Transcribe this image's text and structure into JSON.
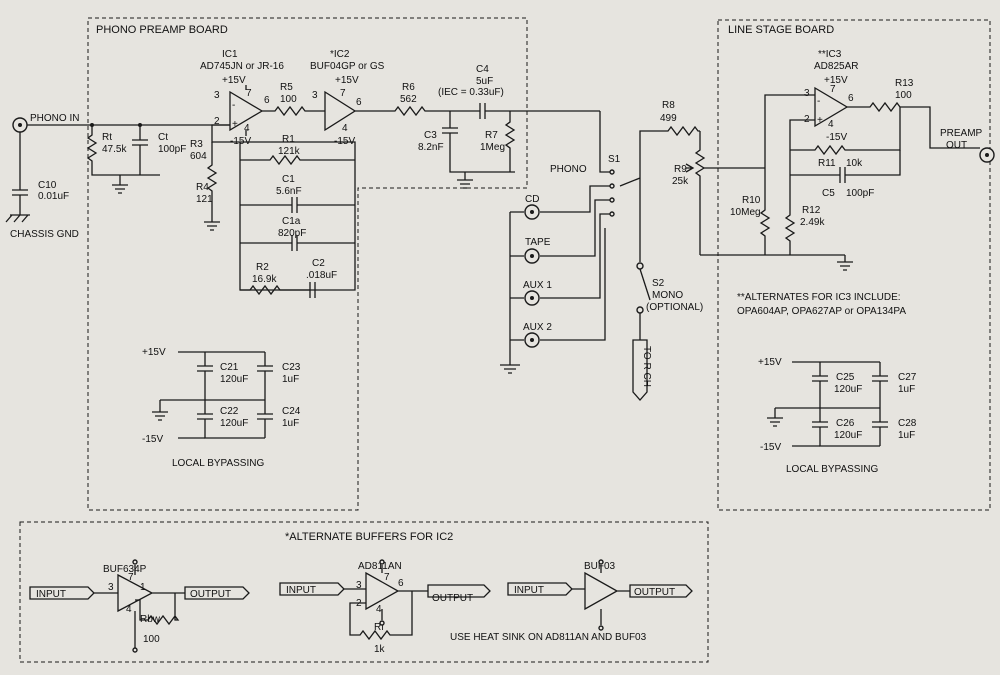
{
  "boards": {
    "phono": "PHONO PREAMP BOARD",
    "line": "LINE STAGE BOARD",
    "alt_buffers": "*ALTERNATE BUFFERS FOR IC2"
  },
  "phono_in": "PHONO IN",
  "chassis_gnd": "CHASSIS GND",
  "ic1": {
    "name": "IC1",
    "part": "AD745JN or JR-16"
  },
  "ic2": {
    "name": "*IC2",
    "part": "BUF04GP or GS"
  },
  "ic3": {
    "name": "**IC3",
    "part": "AD825AR"
  },
  "supply": {
    "pos": "+15V",
    "neg": "-15V"
  },
  "pins": {
    "p2": "2",
    "p3": "3",
    "p4": "4",
    "p6": "6",
    "p7": "7",
    "p1": "1"
  },
  "plus": "+",
  "minus": "-",
  "parts": {
    "rt": "Rt",
    "rt_v": "47.5k",
    "ct": "Ct",
    "ct_v": "100pF",
    "c10": "C10",
    "c10_v": "0.01uF",
    "r3": "R3",
    "r3_v": "604",
    "r4": "R4",
    "r4_v": "121",
    "r5": "R5",
    "r5_v": "100",
    "r1": "R1",
    "r1_v": "121k",
    "c1": "C1",
    "c1_v": "5.6nF",
    "c1a": "C1a",
    "c1a_v": "820pF",
    "r2": "R2",
    "r2_v": "16.9k",
    "c2": "C2",
    "c2_v": ".018uF",
    "r6": "R6",
    "r6_v": "562",
    "c4": "C4",
    "c4_v": "5uF",
    "c4_iec": "(IEC = 0.33uF)",
    "c3": "C3",
    "c3_v": "8.2nF",
    "r7": "R7",
    "r7_v": "1Meg",
    "r8": "R8",
    "r8_v": "499",
    "r9": "R9",
    "r9_v": "25k",
    "r10": "R10",
    "r10_v": "10Meg",
    "r11": "R11",
    "r11_v": "10k",
    "r12": "R12",
    "r12_v": "2.49k",
    "r13": "R13",
    "r13_v": "100",
    "c5": "C5",
    "c5_v": "100pF",
    "c21": "C21",
    "c21_v": "120uF",
    "c22": "C22",
    "c22_v": "120uF",
    "c23": "C23",
    "c23_v": "1uF",
    "c24": "C24",
    "c24_v": "1uF",
    "c25": "C25",
    "c25_v": "120uF",
    "c26": "C26",
    "c26_v": "120uF",
    "c27": "C27",
    "c27_v": "1uF",
    "c28": "C28",
    "c28_v": "1uF",
    "rbw": "Rbw",
    "rbw_v": "100",
    "rf": "Rf",
    "rf_v": "1k"
  },
  "local_bypassing": "LOCAL BYPASSING",
  "switch": {
    "s1": "S1",
    "phono": "PHONO",
    "cd": "CD",
    "tape": "TAPE",
    "aux1": "AUX 1",
    "aux2": "AUX 2",
    "s2": "S2",
    "mono": "MONO",
    "optional": "(OPTIONAL)",
    "to_r_ch": "TO R CH"
  },
  "preamp_out_1": "PREAMP",
  "preamp_out_2": "OUT",
  "ic3_alt_title": "**ALTERNATES FOR IC3 INCLUDE:",
  "ic3_alt_list": "OPA604AP, OPA627AP or OPA134PA",
  "buffers": {
    "b1": "BUF634P",
    "b2": "AD811AN",
    "b3": "BUF03",
    "input": "INPUT",
    "output": "OUTPUT",
    "heat_sink": "USE HEAT SINK ON AD811AN AND BUF03"
  },
  "colors": {
    "ink": "#1a1a1a",
    "paper": "#e6e4df"
  }
}
